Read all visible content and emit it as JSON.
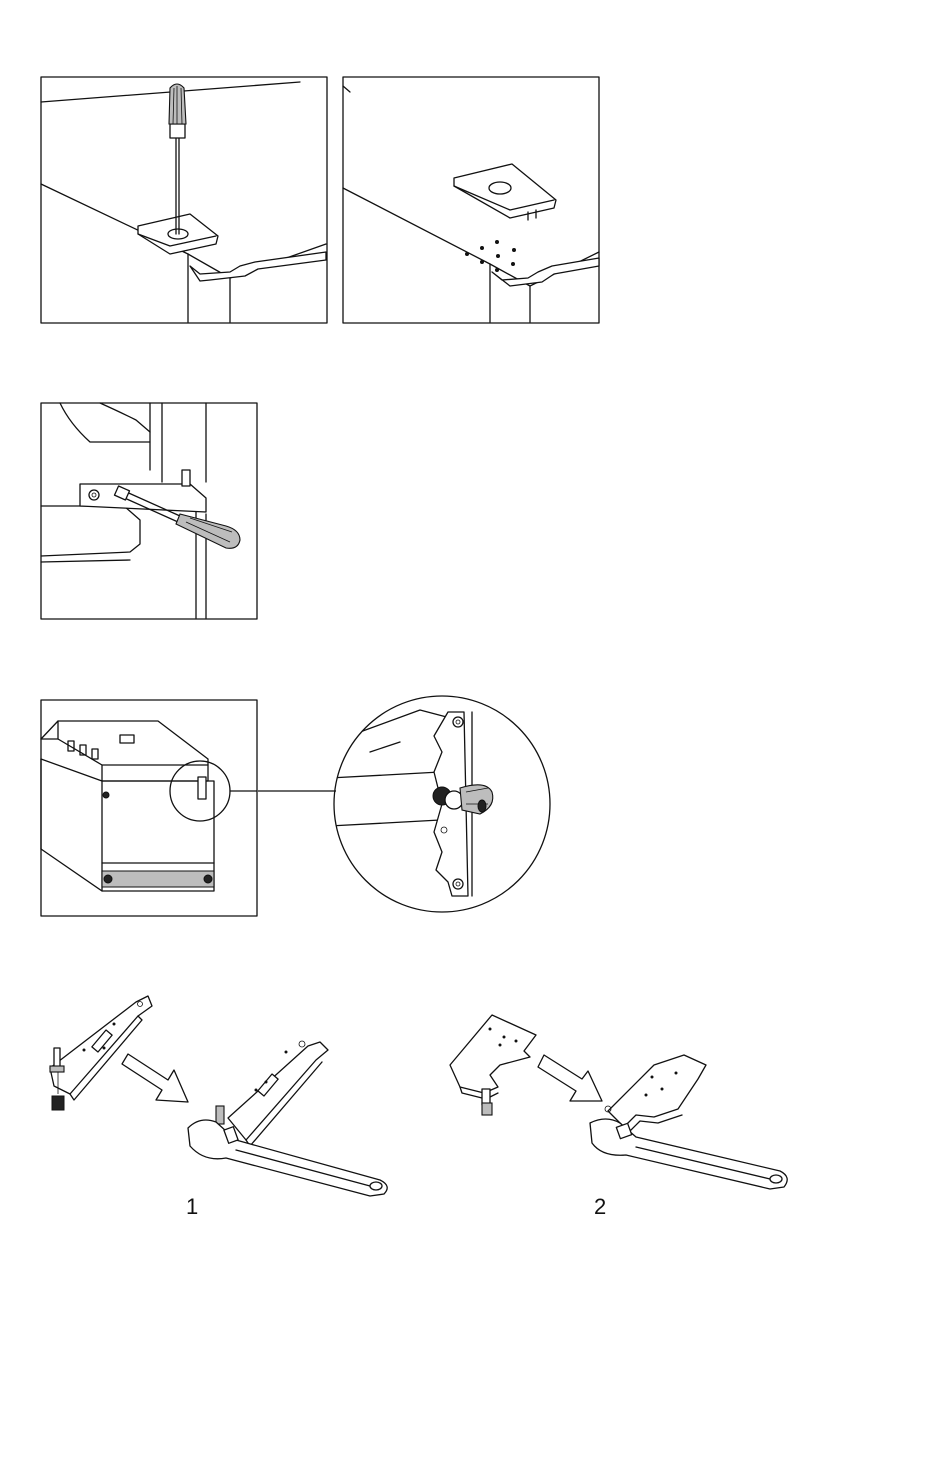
{
  "figures": {
    "top_left": {
      "icon": "screwdriver-hinge-cover-illustration"
    },
    "top_right": {
      "icon": "hinge-cover-removed-illustration"
    },
    "middle": {
      "icon": "screwdriver-lower-hinge-illustration"
    },
    "door_bottom": {
      "icon": "door-bottom-hinge-illustration"
    },
    "zoom_circle": {
      "icon": "zoom-detail-illustration"
    },
    "step_1": {
      "label": "1",
      "icon": "hinge-plate-transfer-illustration"
    },
    "step_2": {
      "label": "2",
      "icon": "hinge-bracket-transfer-illustration"
    }
  },
  "colors": {
    "ink": "#111111",
    "paper": "#ffffff",
    "shade": "#bdbdbd"
  }
}
